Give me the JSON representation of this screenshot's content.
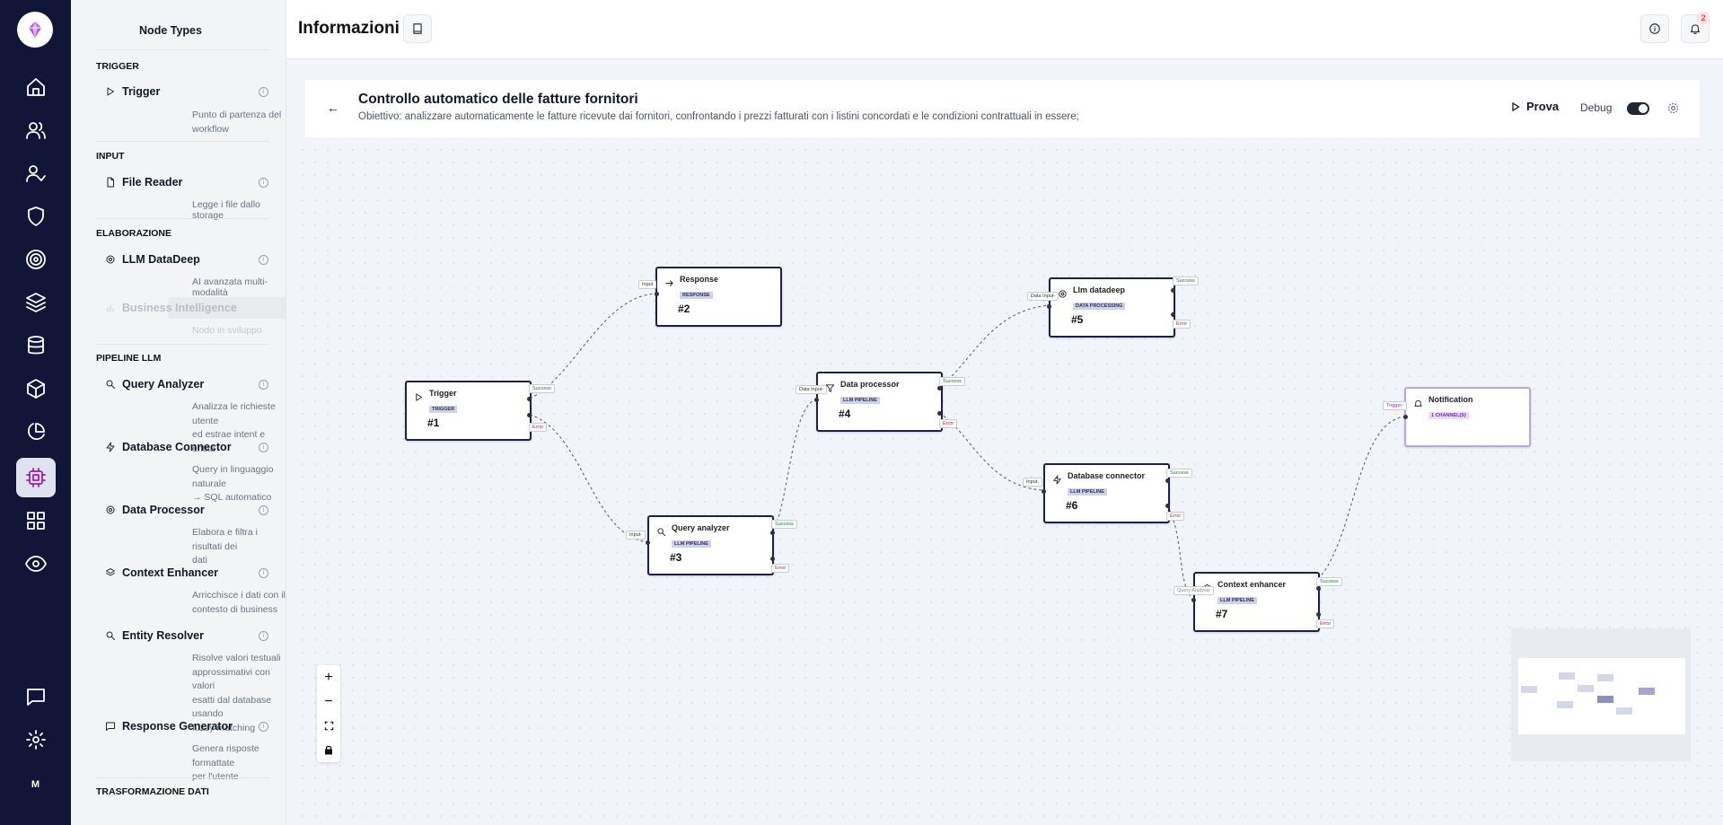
{
  "rail": {
    "items": [
      "home-icon",
      "users-icon",
      "user-check-icon",
      "shield-icon",
      "target-icon",
      "layers-icon",
      "database-icon",
      "cube-icon",
      "pie-chart-icon",
      "chip-icon",
      "grid-icon",
      "eye-icon"
    ],
    "active": "chip-icon",
    "bottom": [
      "chat-icon",
      "settings-icon"
    ],
    "user_initial": "M"
  },
  "panel": {
    "title": "Node Types",
    "sections": [
      {
        "label": "TRIGGER",
        "items": [
          {
            "name": "Trigger",
            "desc_lines": [
              "Punto di partenza del",
              "workflow"
            ],
            "icon": "play-icon"
          }
        ]
      },
      {
        "label": "INPUT",
        "items": [
          {
            "name": "File Reader",
            "desc_lines": [
              "Legge i file dallo storage"
            ],
            "icon": "file-icon"
          }
        ]
      },
      {
        "label": "ELABORAZIONE",
        "items": [
          {
            "name": "LLM DataDeep",
            "desc_lines": [
              "AI avanzata multi-modalità"
            ],
            "icon": "gear-icon"
          },
          {
            "name": "Business Intelligence",
            "desc_lines": [
              "Nodo in sviluppo"
            ],
            "icon": "bar-chart-icon",
            "disabled": true
          }
        ]
      },
      {
        "label": "PIPELINE LLM",
        "items": [
          {
            "name": "Query Analyzer",
            "desc_lines": [
              "Analizza le richieste utente",
              "ed estrae intent e entità"
            ],
            "icon": "search-icon"
          },
          {
            "name": "Database Connector",
            "desc_lines": [
              "Query in linguaggio naturale",
              "→ SQL automatico"
            ],
            "icon": "bolt-icon"
          },
          {
            "name": "Data Processor",
            "desc_lines": [
              "Elabora e filtra i risultati dei",
              "dati"
            ],
            "icon": "gear-icon"
          },
          {
            "name": "Context Enhancer",
            "desc_lines": [
              "Arricchisce i dati con il",
              "contesto di business"
            ],
            "icon": "layers-icon"
          },
          {
            "name": "Entity Resolver",
            "desc_lines": [
              "Risolve valori testuali",
              "approssimativi con valori",
              "esatti dal database usando",
              "fuzzy matching"
            ],
            "icon": "search-icon"
          },
          {
            "name": "Response Generator",
            "desc_lines": [
              "Genera risposte formattate",
              "per l'utente"
            ],
            "icon": "message-icon"
          }
        ]
      },
      {
        "label": "TRASFORMAZIONE DATI",
        "items": []
      }
    ]
  },
  "header": {
    "title": "Informazioni",
    "notifications": "2"
  },
  "workflow": {
    "back": "←",
    "title": "Controllo automatico delle fatture fornitori",
    "description": "Obiettivo: analizzare automaticamente le fatture ricevute dai fornitori, confrontando i prezzi fatturati con i listini concordati e le condizioni contrattuali in essere;",
    "run_label": "Prova",
    "debug_label": "Debug",
    "debug_on": true
  },
  "nodes": [
    {
      "id": "n1",
      "title": "Trigger",
      "badge": "TRIGGER",
      "num": "#1",
      "icon": "play-icon"
    },
    {
      "id": "n2",
      "title": "Response",
      "badge": "RESPONSE",
      "num": "#2",
      "icon": "arrow-right-icon"
    },
    {
      "id": "n3",
      "title": "Query analyzer",
      "badge": "LLM PIPELINE",
      "num": "#3",
      "icon": "search-icon"
    },
    {
      "id": "n4",
      "title": "Data processor",
      "badge": "LLM PIPELINE",
      "num": "#4",
      "icon": "filter-icon"
    },
    {
      "id": "n5",
      "title": "Llm datadeep",
      "badge": "DATA PROCESSING",
      "num": "#5",
      "icon": "gear-icon"
    },
    {
      "id": "n6",
      "title": "Database connector",
      "badge": "LLM PIPELINE",
      "num": "#6",
      "icon": "bolt-icon"
    },
    {
      "id": "n7",
      "title": "Context enhancer",
      "badge": "LLM PIPELINE",
      "num": "#7",
      "icon": "layers-icon"
    },
    {
      "id": "n8",
      "title": "Notification",
      "badge": "1 CHANNEL(S)",
      "num": "",
      "icon": "bell-icon"
    }
  ],
  "ports": {
    "input": "Input",
    "input_dash": "Input-",
    "data_input": "Data Input-",
    "query_analysis": "Query Analysis",
    "trigger": "Trigger-",
    "success": "Success",
    "error": "Error"
  },
  "zoom": {
    "in": "+",
    "out": "−"
  }
}
